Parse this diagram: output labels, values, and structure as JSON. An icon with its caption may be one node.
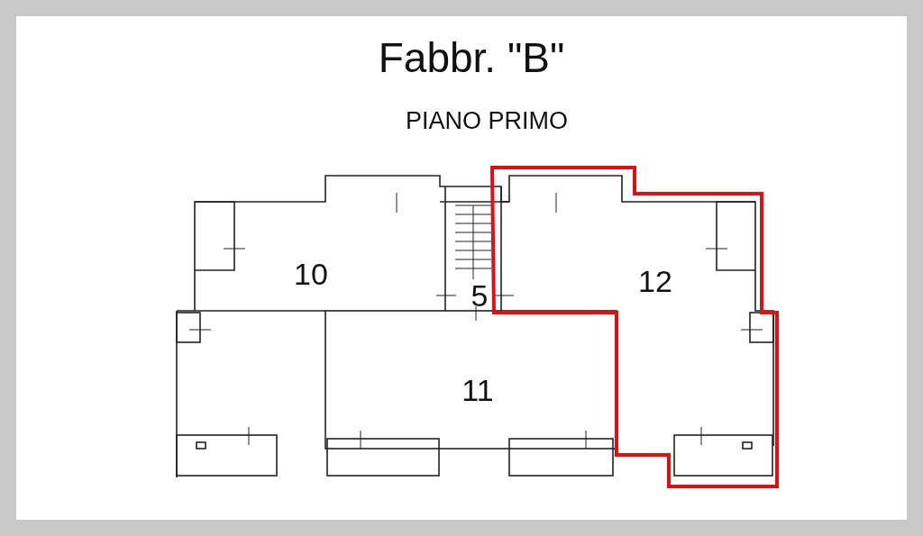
{
  "diagram": {
    "title": "Fabbr. \"B\"",
    "labels": [
      "PIANO PRIMO",
      "10",
      "5",
      "12",
      "11"
    ]
  }
}
